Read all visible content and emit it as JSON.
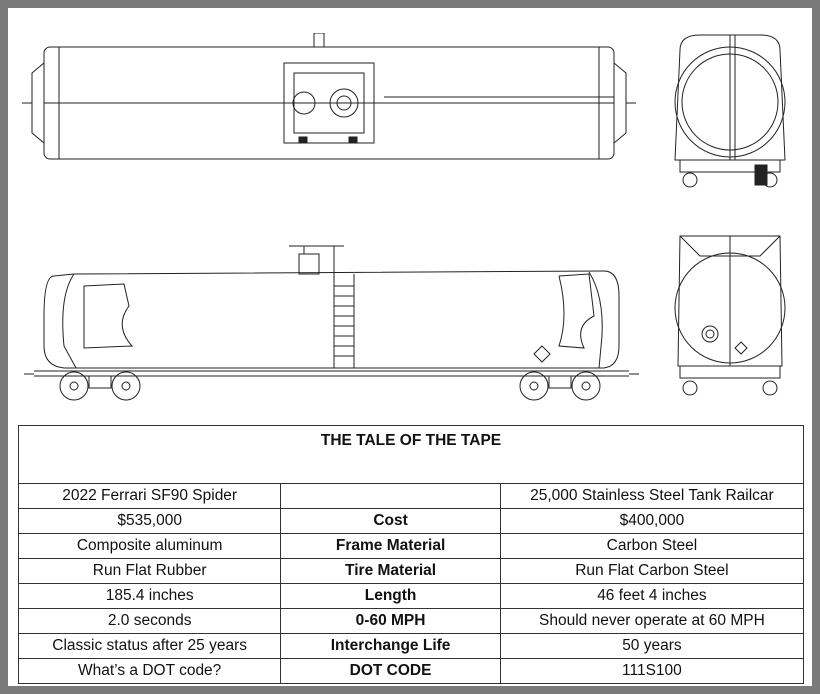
{
  "drawings": [
    "tank-car-top-view",
    "tank-car-side-view",
    "tank-car-end-view-a",
    "tank-car-end-view-b"
  ],
  "table": {
    "title": "THE TALE OF THE TAPE",
    "header": [
      "2022 Ferrari SF90 Spider",
      "",
      "25,000 Stainless Steel Tank Railcar"
    ],
    "rows": [
      [
        "$535,000",
        "Cost",
        "$400,000"
      ],
      [
        "Composite aluminum",
        "Frame Material",
        "Carbon Steel"
      ],
      [
        "Run Flat Rubber",
        "Tire Material",
        "Run Flat Carbon Steel"
      ],
      [
        "185.4 inches",
        "Length",
        "46 feet 4 inches"
      ],
      [
        "2.0 seconds",
        "0-60 MPH",
        "Should never operate at 60 MPH"
      ],
      [
        "Classic status after 25 years",
        "Interchange Life",
        "50 years"
      ],
      [
        "What’s a DOT code?",
        "DOT CODE",
        "111S100"
      ]
    ]
  }
}
